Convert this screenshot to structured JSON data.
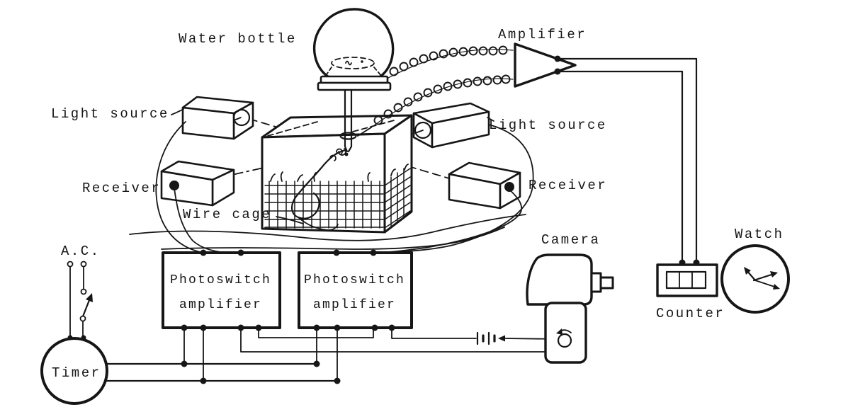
{
  "colors": {
    "ink": "#161616",
    "paper": "#ffffff"
  },
  "labels": {
    "water_bottle": "Water bottle",
    "amplifier": "Amplifier",
    "light_source_left": "Light source",
    "light_source_right": "Light source",
    "receiver_left": "Receiver",
    "receiver_right": "Receiver",
    "wire_cage": "Wire cage",
    "camera": "Camera",
    "watch": "Watch",
    "counter": "Counter",
    "ac": "A.C.",
    "timer": "Timer"
  },
  "photoswitch_amplifier_1": {
    "line1": "Photoswitch",
    "line2": "amplifier"
  },
  "photoswitch_amplifier_2": {
    "line1": "Photoswitch",
    "line2": "amplifier"
  },
  "components": {
    "water_bottle_icon": "inverted-water-bottle-with-drinking-tube",
    "coil_icons": "two-coiled-drinkometer-cables-to-amplifier",
    "amplifier_icon": "triangle-amplifier-symbol",
    "cage_icon": "wire-mesh-cage-with-rat-drinking",
    "light_source_icons": "two-projector-boxes-with-lens",
    "receiver_icons": "two-photocell-boxes-with-terminal-dot",
    "beam_icons": "crossed-dashed-light-beams-through-cage",
    "timer_icon": "circle-timer",
    "ac_icon": "ac-supply-with-knife-switch",
    "camera_icon": "film-camera-on-stand-with-drive-motor",
    "battery_icon": "battery-cell-symbol-in-camera-wire",
    "counter_icon": "three-digit-mechanical-counter",
    "watch_icon": "stopwatch-face-with-arrow-hands"
  }
}
